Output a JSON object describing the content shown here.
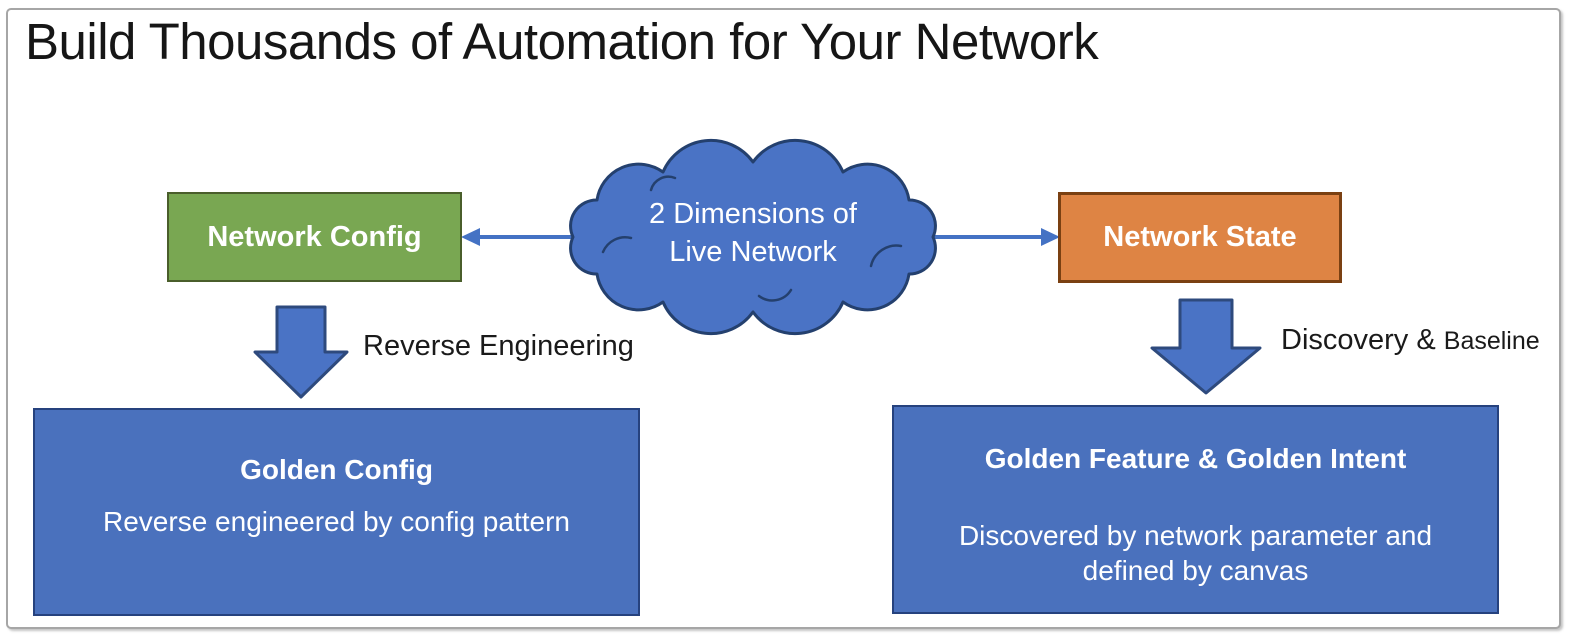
{
  "title": "Build Thousands of Automation for Your Network",
  "cloud": {
    "line1": "2 Dimensions of",
    "line2": "Live Network"
  },
  "nodes": {
    "network_config": {
      "label": "Network Config"
    },
    "network_state": {
      "label": "Network State"
    },
    "golden_config": {
      "title": "Golden Config",
      "body": "Reverse engineered by config pattern"
    },
    "golden_feature": {
      "title": "Golden Feature & Golden Intent",
      "body_line1": "Discovered by network parameter and",
      "body_line2": "defined by canvas"
    }
  },
  "labels": {
    "reverse_engineering": "Reverse Engineering",
    "discovery": "Discovery & ",
    "baseline": "Baseline"
  },
  "icons": {
    "cloud-shape": "cloud outline filled blue",
    "left-connector-arrow-icon": "horizontal line with left arrowhead",
    "right-connector-arrow-icon": "horizontal line with right arrowhead",
    "down-block-arrow-icon": "solid block arrow pointing down"
  },
  "colors": {
    "blue_fill": "#4A73C5",
    "blue_accent": "#4472C4",
    "blue_dark_outline": "#24406E",
    "bigbox_blue": "#4A71BD",
    "bigbox_border": "#26427E",
    "green_fill": "#79A752",
    "green_border": "#4A5E2B",
    "orange_fill": "#DE8444",
    "orange_border": "#7A4012",
    "frame_border": "#A6A6A6",
    "title_text": "#161616",
    "white_text": "#FFFFFF"
  }
}
